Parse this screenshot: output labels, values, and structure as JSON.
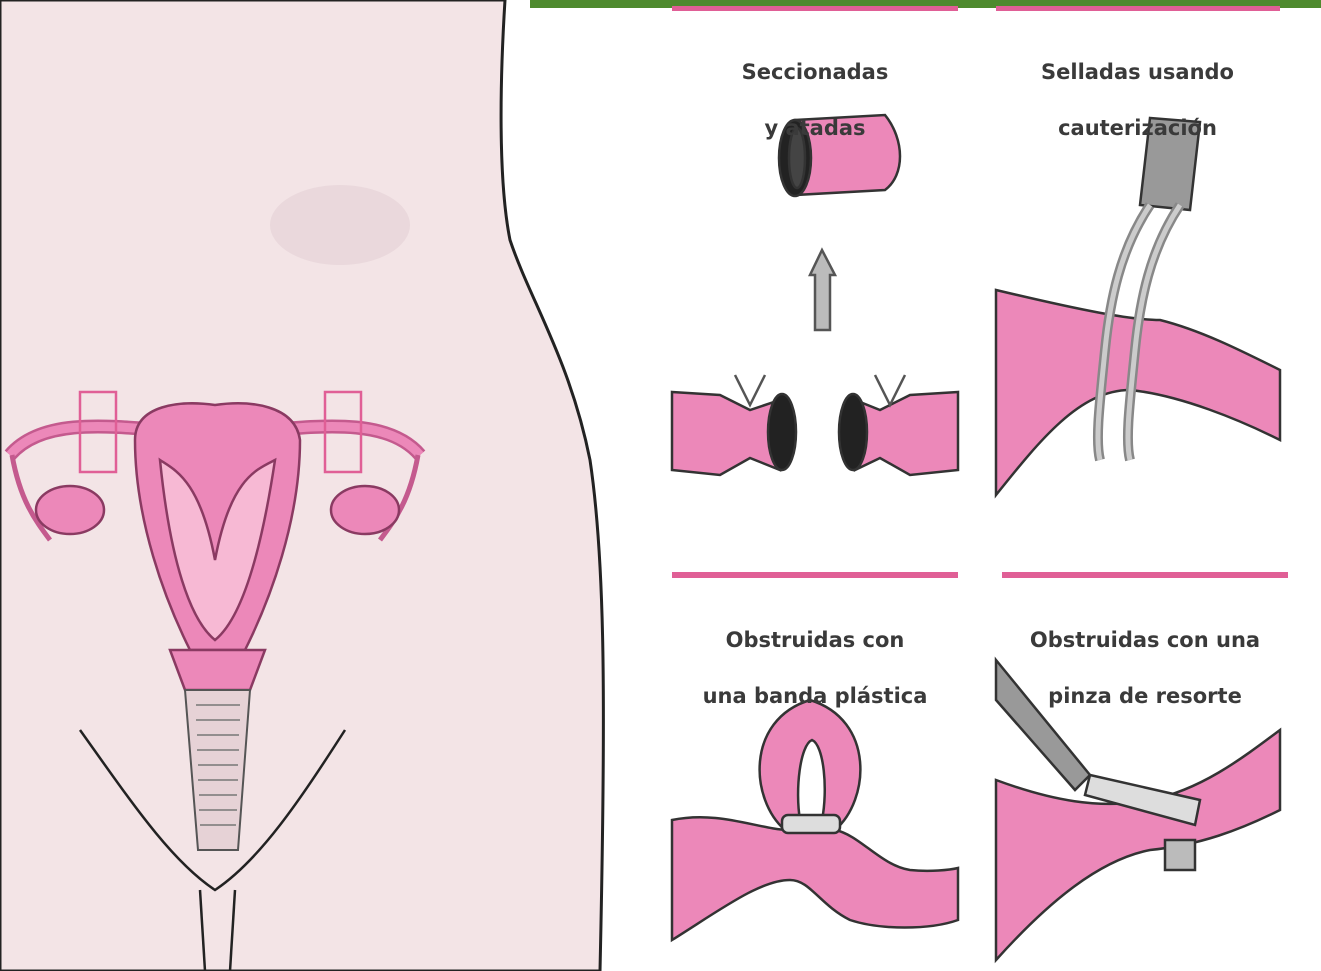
{
  "colors": {
    "tube_pink": "#ec88b9",
    "tube_dark": "#c45a8e",
    "body_bg": "#f3e4e6",
    "accent_bar": "#e05f96",
    "green_bar": "#4e8a2e"
  },
  "panels": [
    {
      "line1": "Seccionadas",
      "line2": "y atadas"
    },
    {
      "line1": "Selladas usando",
      "line2": "cauterización"
    },
    {
      "line1": "Obstruidas con",
      "line2": "una banda plástica"
    },
    {
      "line1": "Obstruidas con una",
      "line2": "pinza de resorte"
    }
  ]
}
